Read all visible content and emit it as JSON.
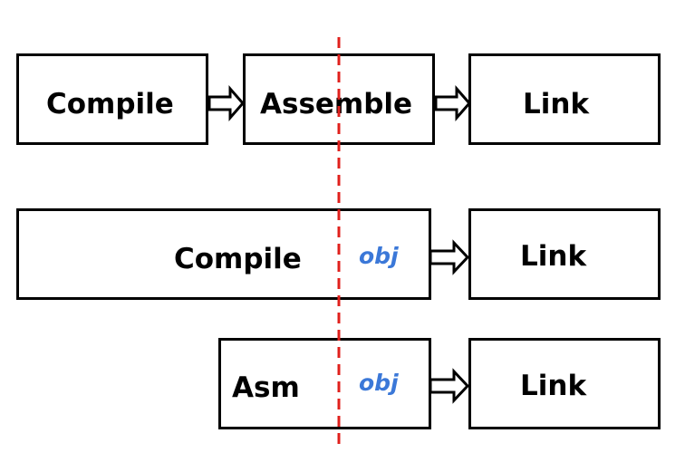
{
  "row1": {
    "compile": "Compile",
    "assemble": "Assemble",
    "link": "Link"
  },
  "row2": {
    "compile": "Compile",
    "obj": "obj",
    "link": "Link"
  },
  "row3": {
    "asm": "Asm",
    "obj": "obj",
    "link": "Link"
  },
  "colors": {
    "divider": "#e0201c",
    "obj": "#3b78d8",
    "stroke": "#000000"
  }
}
